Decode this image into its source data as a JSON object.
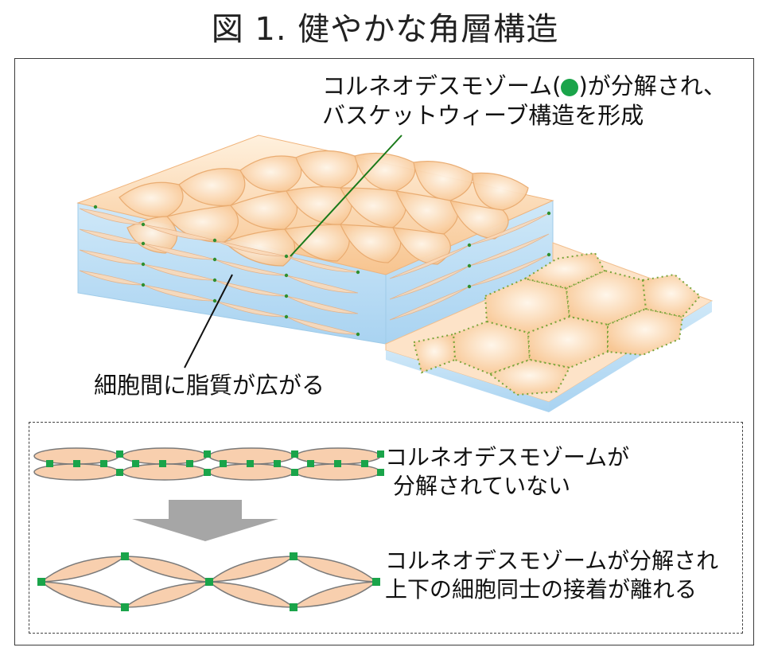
{
  "title": "図 1. 健やかな角層構造",
  "annotations": {
    "top_line1_pre": "コルネオデスモゾーム(",
    "top_line1_post": ")が分解され、",
    "top_line2": "バスケットウィーブ構造を形成",
    "middle": "細胞間に脂質が広がる"
  },
  "states": {
    "intact_line1": "コルネオデスモゾームが",
    "intact_line2": "分解されていない",
    "degraded_line1": "コルネオデスモゾームが分解され",
    "degraded_line2": "上下の細胞同士の接着が離れる"
  },
  "colors": {
    "cell_fill": "#fbd3b0",
    "desmosome": "#1aa44a",
    "lipid": "#bfe0f6",
    "arrow": "#a6a6a6"
  }
}
